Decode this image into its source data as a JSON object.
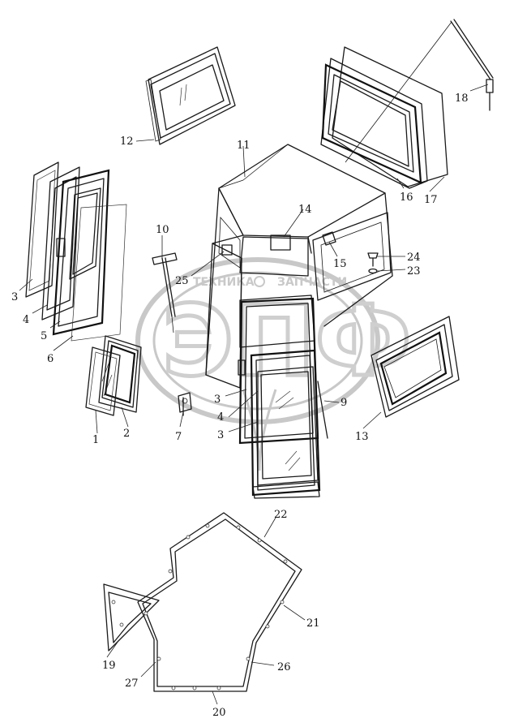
{
  "watermark": {
    "top_text": "ТЕХНИКА",
    "top_text_right": "ЗАПЧАСТИ",
    "big_text": "ЭПФ"
  },
  "labels": [
    {
      "id": "1",
      "text": "1"
    },
    {
      "id": "2",
      "text": "2"
    },
    {
      "id": "3a",
      "text": "3"
    },
    {
      "id": "4a",
      "text": "4"
    },
    {
      "id": "5",
      "text": "5"
    },
    {
      "id": "6",
      "text": "6"
    },
    {
      "id": "7",
      "text": "7"
    },
    {
      "id": "9",
      "text": "9"
    },
    {
      "id": "10",
      "text": "10"
    },
    {
      "id": "11",
      "text": "11"
    },
    {
      "id": "12",
      "text": "12"
    },
    {
      "id": "13",
      "text": "13"
    },
    {
      "id": "14",
      "text": "14"
    },
    {
      "id": "15",
      "text": "15"
    },
    {
      "id": "16",
      "text": "16"
    },
    {
      "id": "17",
      "text": "17"
    },
    {
      "id": "18",
      "text": "18"
    },
    {
      "id": "19",
      "text": "19"
    },
    {
      "id": "20",
      "text": "20"
    },
    {
      "id": "21",
      "text": "21"
    },
    {
      "id": "22",
      "text": "22"
    },
    {
      "id": "23",
      "text": "23"
    },
    {
      "id": "24",
      "text": "24"
    },
    {
      "id": "25",
      "text": "25"
    },
    {
      "id": "26",
      "text": "26"
    },
    {
      "id": "27",
      "text": "27"
    },
    {
      "id": "3b",
      "text": "3"
    },
    {
      "id": "4b",
      "text": "4"
    },
    {
      "id": "3c",
      "text": "3"
    }
  ]
}
